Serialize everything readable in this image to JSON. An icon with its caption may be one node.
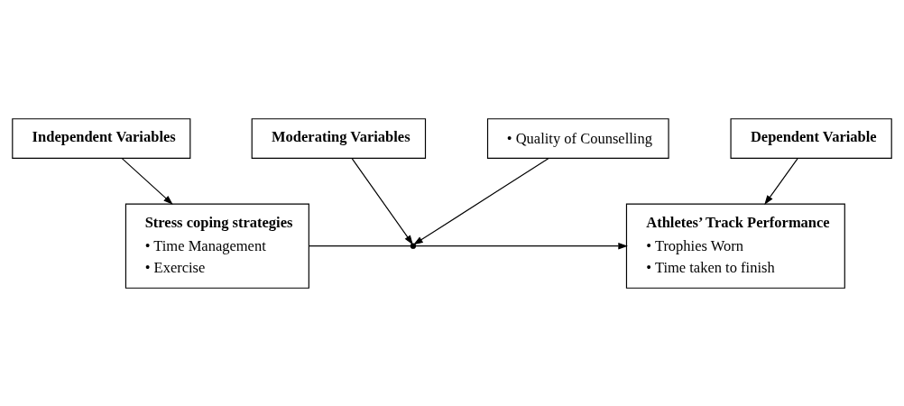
{
  "diagram": {
    "nodes": [
      {
        "text": [
          "Independent Variables"
        ]
      },
      {
        "text": [
          "Moderating Variables"
        ]
      },
      {
        "text": [
          "Dependent Variable"
        ]
      },
      {
        "text": [
          "Stress coping strategies",
          "• Time Management",
          "• Exercise"
        ]
      },
      {
        "text": [
          "Athletes’ Track Performance",
          "• Trophies Worn",
          "• Time taken to finish"
        ]
      },
      {
        "text": [
          "• Quality of Counselling"
        ]
      },
      {
        "text": [],
        "shape": "point"
      }
    ],
    "edges": [
      {
        "from": 0,
        "to": 3,
        "arrow": "to"
      },
      {
        "from": 1,
        "to": 6,
        "arrow": "to"
      },
      {
        "from": 2,
        "to": 4,
        "arrow": "to"
      },
      {
        "from": 3,
        "to": 6,
        "arrow": "none"
      },
      {
        "from": 6,
        "to": 4,
        "arrow": "to"
      },
      {
        "from": 5,
        "to": 6,
        "arrow": "to"
      }
    ]
  }
}
